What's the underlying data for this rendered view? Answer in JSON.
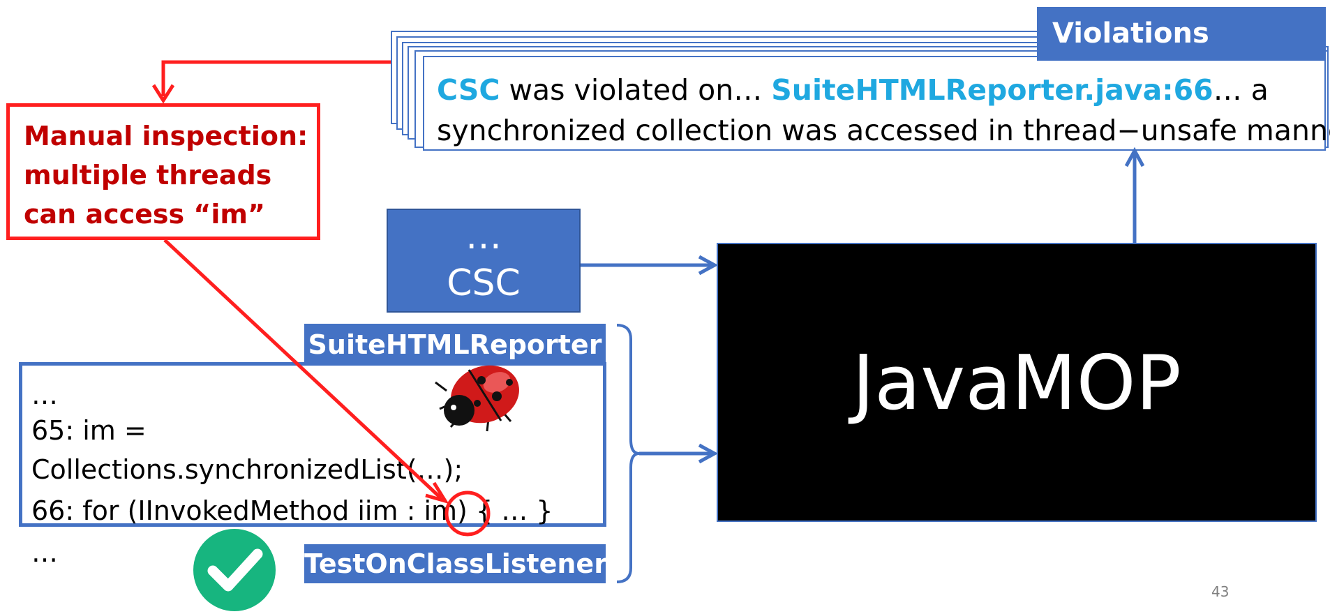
{
  "violations": {
    "label": "Violations",
    "line1_code": "CSC",
    "line1_mid": " was violated on… ",
    "line1_file": "SuiteHTMLReporter.java:66",
    "line1_end": "… a",
    "line2": "synchronized collection was accessed in thread−unsafe manner"
  },
  "inspection": {
    "line1": "Manual inspection:",
    "line2": "multiple threads",
    "line3": "can access “im”"
  },
  "spec": {
    "dots": "…",
    "label": "CSC"
  },
  "tool": {
    "label": "JavaMOP"
  },
  "code": {
    "class_tag": "SuiteHTMLReporter",
    "other_tag": "TestOnClassListener",
    "lines": [
      "…",
      "65:   im =",
      "Collections.synchronizedList(…);",
      "66:   for (IInvokedMethod iim : im) { … }",
      "…"
    ]
  },
  "page_number": "43",
  "colors": {
    "accent_blue": "#4472C4",
    "highlight_cyan": "#1FA8E0",
    "alert_red": "#FF1F1F",
    "dark_red_text": "#C00000",
    "check_green": "#17B57F"
  },
  "icons": [
    "ladybug-icon",
    "checkmark-icon"
  ]
}
